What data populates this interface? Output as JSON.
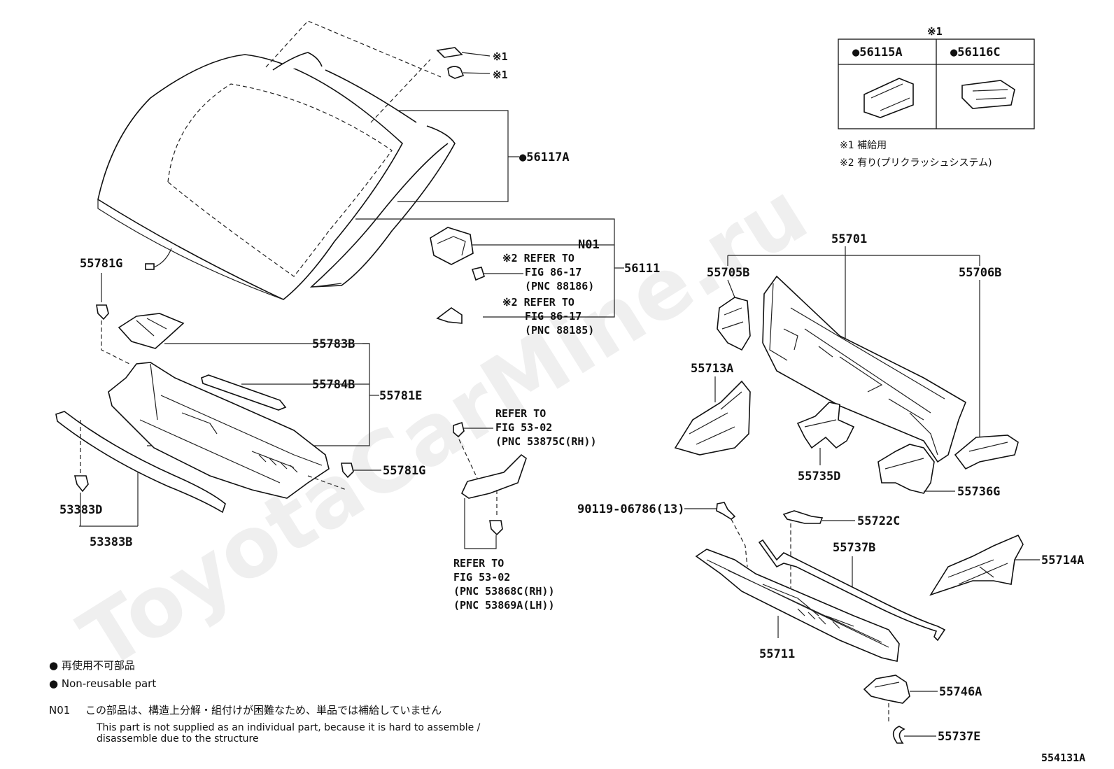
{
  "watermark": "ToyotaCarMine.ru",
  "figure_id": "554131A",
  "callouts": {
    "p56117A": "●56117A",
    "n01": "N01",
    "p56111": "56111",
    "ref1_a": "※2 REFER TO",
    "ref1_b": "FIG 86-17",
    "ref1_c": "(PNC 88186)",
    "ref2_a": "※2 REFER TO",
    "ref2_b": "FIG 86-17",
    "ref2_c": "(PNC 88185)",
    "x1a": "※1",
    "x1b": "※1",
    "p55781G_top": "55781G",
    "p55783B": "55783B",
    "p55784B": "55784B",
    "p55781E": "55781E",
    "p55781G_mid": "55781G",
    "p53383D": "53383D",
    "p53383B": "53383B",
    "ref3_a": "REFER TO",
    "ref3_b": "FIG 53-02",
    "ref3_c": "(PNC 53875C(RH))",
    "ref4_a": "REFER TO",
    "ref4_b": "FIG 53-02",
    "ref4_c": "(PNC 53868C(RH))",
    "ref4_d": "(PNC 53869A(LH))",
    "p55701": "55701",
    "p55705B": "55705B",
    "p55706B": "55706B",
    "p55713A": "55713A",
    "p55735D": "55735D",
    "p55736G": "55736G",
    "p90119": "90119-06786(13)",
    "p55722C": "55722C",
    "p55737B": "55737B",
    "p55714A": "55714A",
    "p55711": "55711",
    "p55746A": "55746A",
    "p55737E": "55737E"
  },
  "inset_table": {
    "header_mark": "※1",
    "col1": "●56115A",
    "col2": "●56116C"
  },
  "footnotes": {
    "x1": "※1 補給用",
    "x2": "※2 有り(プリクラッシュシステム)"
  },
  "legend": {
    "jp": "● 再使用不可部品",
    "en": "● Non-reusable part",
    "n01_label": "N01",
    "n01_jp": "この部品は、構造上分解・組付けが困難なため、単品では補給していません",
    "n01_en1": "This part is not supplied as an individual part, because it is hard to assemble /",
    "n01_en2": "disassemble due to the structure"
  }
}
